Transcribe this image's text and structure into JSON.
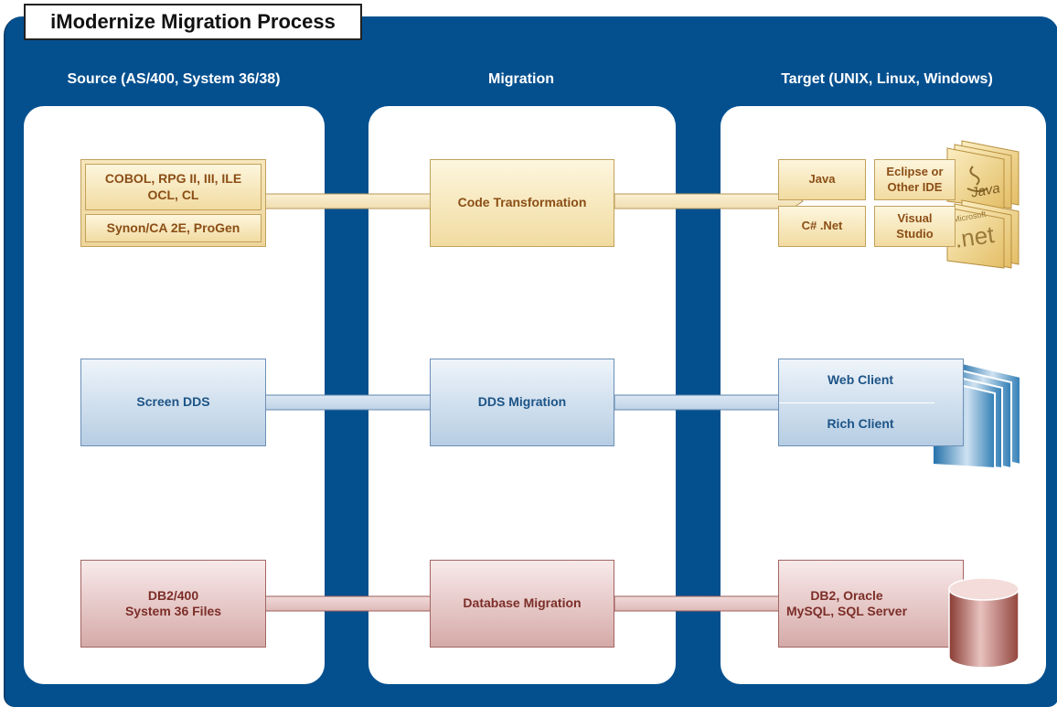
{
  "title": "iModernize Migration Process",
  "columns": {
    "source": "Source (AS/400, System 36/38)",
    "migration": "Migration",
    "target": "Target (UNIX, Linux, Windows)"
  },
  "rows": {
    "code": {
      "source_primary": "COBOL, RPG II, III, ILE\nOCL, CL",
      "source_secondary": "Synon/CA 2E, ProGen",
      "migration": "Code Transformation",
      "target_java": "Java",
      "target_csharp": "C# .Net",
      "ide_eclipse": "Eclipse or\nOther IDE",
      "ide_visual_studio": "Visual\nStudio",
      "java_logo_text": "Java",
      "net_logo_text": ".net",
      "net_logo_small": "Microsoft"
    },
    "screen": {
      "source": "Screen DDS",
      "migration": "DDS Migration",
      "target_web": "Web Client",
      "target_rich": "Rich Client"
    },
    "database": {
      "source": "DB2/400\nSystem 36 Files",
      "migration": "Database Migration",
      "target": "DB2, Oracle\nMySQL, SQL Server"
    }
  },
  "colors": {
    "panel": "#04508f",
    "gold_text": "#8b4e16",
    "blue_text": "#1d5487",
    "red_text": "#7c2e28"
  },
  "icons": [
    "java-document-stack-icon",
    "dotnet-document-stack-icon",
    "client-pages-icon",
    "database-cylinder-icon"
  ]
}
